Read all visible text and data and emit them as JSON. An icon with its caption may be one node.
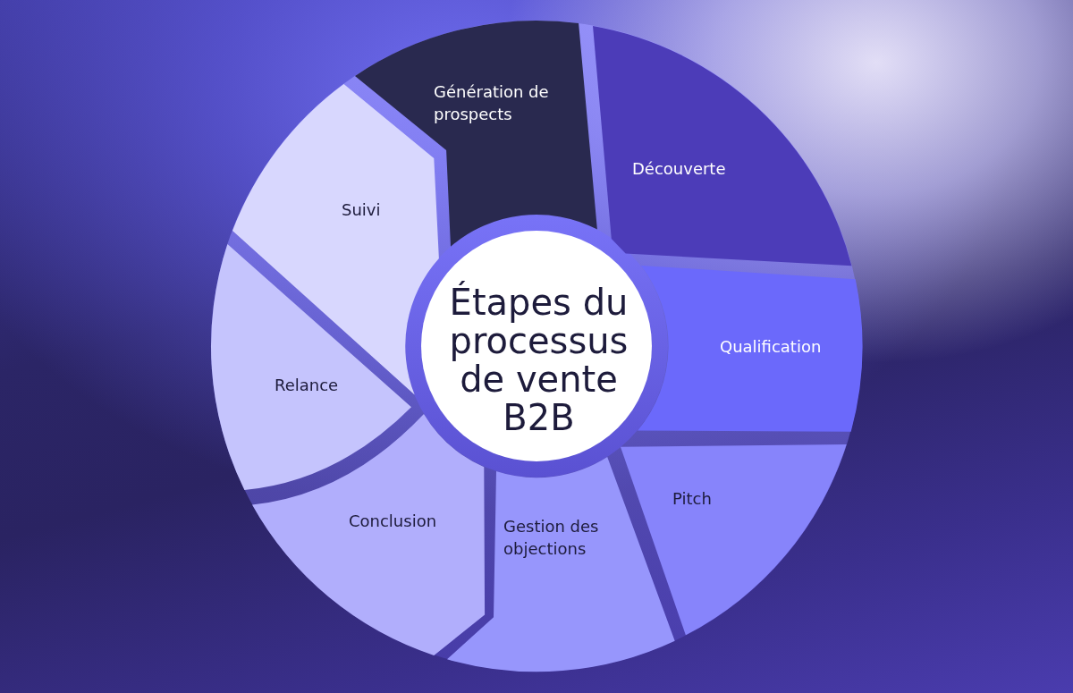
{
  "diagram": {
    "nodes": [
      {
        "text": [
          "Étapes du processus de vente B2B"
        ]
      },
      {
        "text": [
          "Génération de prospects"
        ]
      },
      {
        "text": [
          "Découverte"
        ]
      },
      {
        "text": [
          "Qualification"
        ]
      },
      {
        "text": [
          "Pitch"
        ]
      },
      {
        "text": [
          "Gestion des objections"
        ]
      },
      {
        "text": [
          "Conclusion"
        ]
      },
      {
        "text": [
          "Relance"
        ]
      },
      {
        "text": [
          "Suivi"
        ]
      }
    ]
  }
}
